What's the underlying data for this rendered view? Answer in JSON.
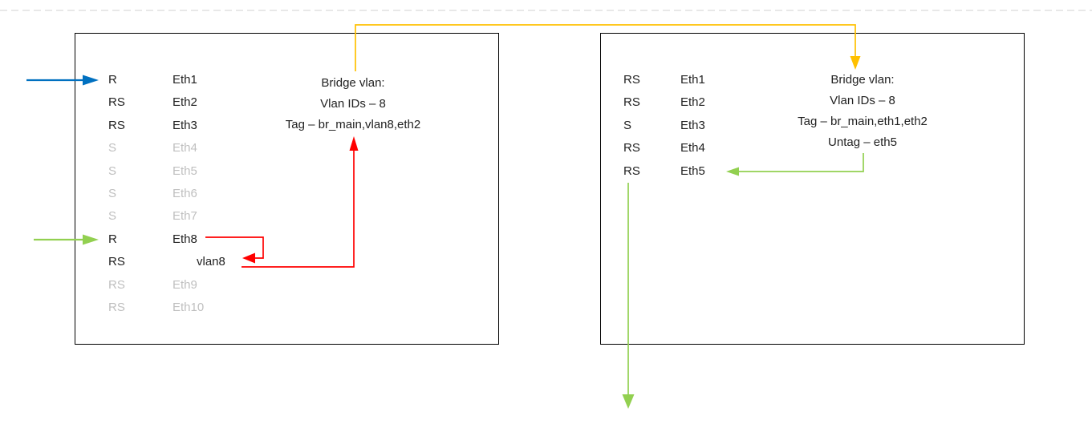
{
  "colors": {
    "blue": "#0070C0",
    "green": "#92D050",
    "orange": "#FFC000",
    "red": "#FF0000",
    "text_active": "#222222",
    "text_inactive": "#BFBFBF",
    "box_border": "#000000",
    "dash_line": "#D9D9D9"
  },
  "left_switch": {
    "ports": [
      {
        "flags": "R",
        "name": "Eth1",
        "state": "active",
        "indent": false
      },
      {
        "flags": "RS",
        "name": "Eth2",
        "state": "active",
        "indent": false
      },
      {
        "flags": "RS",
        "name": "Eth3",
        "state": "active",
        "indent": false
      },
      {
        "flags": "S",
        "name": "Eth4",
        "state": "inactive",
        "indent": false
      },
      {
        "flags": "S",
        "name": "Eth5",
        "state": "inactive",
        "indent": false
      },
      {
        "flags": "S",
        "name": "Eth6",
        "state": "inactive",
        "indent": false
      },
      {
        "flags": "S",
        "name": "Eth7",
        "state": "inactive",
        "indent": false
      },
      {
        "flags": "R",
        "name": "Eth8",
        "state": "active",
        "indent": false
      },
      {
        "flags": "RS",
        "name": "vlan8",
        "state": "active",
        "indent": true
      },
      {
        "flags": "RS",
        "name": "Eth9",
        "state": "inactive",
        "indent": false
      },
      {
        "flags": "RS",
        "name": "Eth10",
        "state": "inactive",
        "indent": false
      }
    ],
    "bridge_vlan": {
      "title": "Bridge vlan:",
      "lines": [
        "Vlan IDs – 8",
        "Tag – br_main,vlan8,eth2"
      ]
    }
  },
  "right_switch": {
    "ports": [
      {
        "flags": "RS",
        "name": "Eth1",
        "state": "active",
        "indent": false
      },
      {
        "flags": "RS",
        "name": "Eth2",
        "state": "active",
        "indent": false
      },
      {
        "flags": "S",
        "name": "Eth3",
        "state": "active",
        "indent": false
      },
      {
        "flags": "RS",
        "name": "Eth4",
        "state": "active",
        "indent": false
      },
      {
        "flags": "RS",
        "name": "Eth5",
        "state": "active",
        "indent": false
      }
    ],
    "bridge_vlan": {
      "title": "Bridge vlan:",
      "lines": [
        "Vlan IDs – 8",
        "Tag – br_main,eth1,eth2",
        "Untag – eth5"
      ]
    }
  }
}
